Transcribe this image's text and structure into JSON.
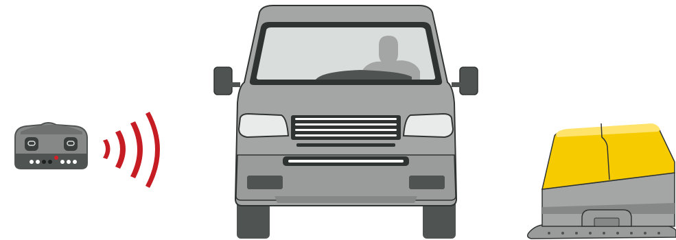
{
  "scene": {
    "background": "#ffffff",
    "colors": {
      "body_gray": "#a3a6a5",
      "dark_gray": "#4f5352",
      "mid_gray": "#858887",
      "outline": "#2f3332",
      "signal_red": "#c61d25",
      "indicator_led_red": "#d71f26",
      "window_glass": "#d9dddc",
      "headlight": "#e9ebea",
      "barrier_yellow": "#f6cb00",
      "barrier_base_gray": "#999c9b"
    },
    "transmitter": {
      "icon": "remote-transmitter-icon",
      "indicator_dots": [
        "white",
        "white",
        "black",
        "black",
        "red",
        "white",
        "white",
        "white"
      ]
    },
    "signal": {
      "icon": "wireless-signal-icon",
      "arc_count": 4
    },
    "vehicle": {
      "icon": "van-front-icon",
      "has_driver": true,
      "grille_slats": 4
    },
    "barrier": {
      "icon": "road-blocker-barrier-icon",
      "state": "raised"
    }
  }
}
